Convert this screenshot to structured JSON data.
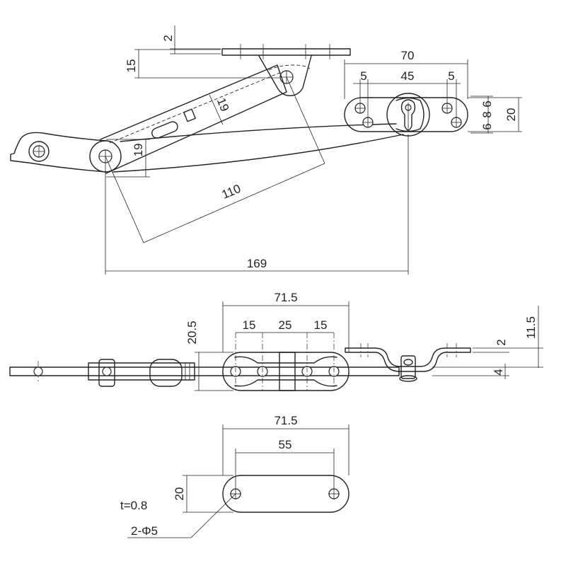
{
  "views": {
    "top": {
      "dims": {
        "plate_thickness": "2",
        "bracket_offset": "15",
        "bracket_width": "70",
        "hole_inset_left": "5",
        "hole_pitch": "45",
        "hole_inset_right": "5",
        "hole_row_a": "6",
        "hole_row_b": "8",
        "hole_row_c": "6",
        "bracket_height": "20",
        "arm_width_upper": "19",
        "arm_width_lower": "19",
        "link_length": "110",
        "overall_length": "169"
      }
    },
    "side": {
      "dims": {
        "plate_length": "71.5",
        "plate_height": "20.5",
        "pitch_a": "15",
        "pitch_b": "25",
        "pitch_c": "15",
        "bracket_thickness": "2",
        "bracket_height": "11.5",
        "base_thickness": "4"
      }
    },
    "plate": {
      "dims": {
        "length": "71.5",
        "hole_pitch": "55",
        "height": "20"
      },
      "notes": {
        "thickness": "t=0.8",
        "holes": "2-Φ5"
      }
    }
  }
}
